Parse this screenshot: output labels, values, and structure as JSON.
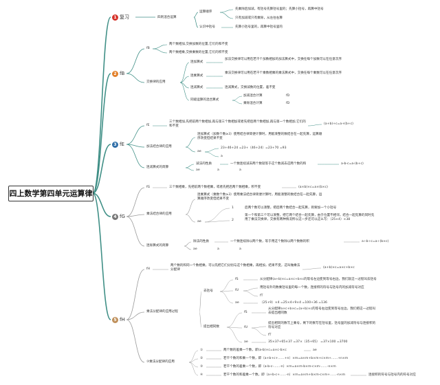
{
  "title": "四上数学第四单元运算律",
  "colors": {
    "b1": "#d6332a",
    "b2": "#e2802a",
    "b3": "#2f6fa8",
    "b4": "#777777",
    "b5": "#bf8f5a",
    "line_teal": "#3f8f86",
    "line_gray": "#9a9a9a"
  },
  "branch1": {
    "num": "1",
    "label": "四则混合运算",
    "head_text": "复习",
    "l1": "运算顺序",
    "l1a": "先乘除后加减，有括号先算括号里的；先算小括号，再算中括号",
    "l1b": "只有加减或只有乘除，从左往右算",
    "l2": "认识中括号",
    "l2a": "先算小括号里的，再算中括号里的"
  },
  "branch2": {
    "num": "2",
    "tag": "fB",
    "l1": "fB",
    "l1a": "两个数相加,交换加数的位置,它们的和不变",
    "l1b": "两个数相乘,交换乘数的位置,它们的积不变",
    "l2": "交换律的应用",
    "l2a": "连加算式",
    "l2a_t": "加法交换律可以用在若干个加数相加的加法算式中，交换任每个加数可以在任意次序",
    "l2b": "连乘算式",
    "l2b_t": "乘法交换律可以用在若干个乘数相乘的乘法算式中，交换任每个乘数可以在任意次序",
    "l2c": "连减算式",
    "l2c_t": "连减算式，交换减数的位置，差不变",
    "l2d": "同级运算的混合算式",
    "l2d1": "加减混合计算",
    "l2d1_t": "fD",
    "l2d2": "乘除混合计算",
    "l2d2_t": "fD"
  },
  "branch3": {
    "num": "3",
    "tag": "fE",
    "l1": "fE",
    "l1a": "三个数相加,先把前两个数相加,再与第三个数相加或者先把后两个数相加,再与第一个数相加,它们的和不变",
    "l1f": "(a+b)+c=a+(b+c)",
    "l2": "加法结合律的应用",
    "l2a": "连加算式（加数个数≥3）使用结合律简便计算时，用能凑整的数结合在一起先算，运算顺序改变但结果不变",
    "l2b_tag": "ae",
    "l2b": "23+46+24 =23+（46+24）=23+70 =93",
    "l2b_x": "a",
    "l3": "连减算式的简算",
    "l3a": "减法的性质",
    "l3a_t": "一个数连续减去两个数就等于这个数减去这两个数的和",
    "l3a_f": "a-b-c=a-(b+c)",
    "l3b_tag": "ae",
    "l3b1": "a",
    "l3b2": "a"
  },
  "branch4": {
    "num": "4",
    "tag": "fG",
    "l1": "fG",
    "l1a": "三个数相乘，先把前两个数相乘，或者先把后两个数相乘，积不变",
    "l1f": "(a×b)×c=a×(b×c)",
    "l2": "乘法结合律的应用",
    "l2a": "连乘算式（乘数个数≥3）使用乘法结合律简便计算时，用能凑整的数结合在一起先算，运算顺序改变但结果不变",
    "l2b_tag": "ae",
    "l2b1_num": "1",
    "l2b1": "后两个数可以凑整，把后两个数结合一起先算，则要加一个小括号",
    "l2b2_num": "2",
    "l2b2": "第一个和第三个可以凑整，把它两个结合一起先算，由于位置不相邻，结合一起先算的同时先用了乘法交换律，交换有两种情况所以这一步还可以这么写：（25×4）×38",
    "l3": "连除算式的简算",
    "l3a": "除法的性质",
    "l3a_t": "一个数连续除以两个数，等于用这个数除以两个数数的积",
    "l3a_f": "a÷b÷c=a÷(b×c)",
    "l3b_tag": "ae",
    "l3b1": "a",
    "l3b2": "a"
  },
  "branch5": {
    "num": "5",
    "tag": "fH",
    "l1": "fH",
    "l1a": "两个数的和同一个数相乘，可以先把它们分别与这个数相乘，再相加，结果不变，这叫做乘法分配律",
    "l1f": "(a+b)×c=a×c+b×c",
    "l2": "乘法分配律的应用过程",
    "l2a": "去括号",
    "l2a1_tag": "fS",
    "l2a1": "从分配律(a+b)×c=a×c+b×c的等号左边变到等号右边，我们就这一过程叫去括号",
    "l2a2_tag": "fU",
    "l2a2": "用括号外的数乘括号里的每一个数，连接积的符号与括号内的加减符号对应",
    "l2a3_tag": "fT",
    "l2a4_tag": "ae",
    "l2a4": "（25+9）×4 =25×4+9×4 =100+36 =136",
    "l2b": "提出相同数",
    "l2b1_tag": "fS",
    "l2b1": "从分配律a×c+b×c=(a+b)×c的等号右边变到等号左边，我们把这一过程叫去提出相同数",
    "l2b2_tag": "fU",
    "l2b2": "提出相同的数写上乘号，剩下的数写在括号里，括号里的加减符号与连接积的符号对应",
    "l2b3_tag": "fT",
    "l2b4_tag": "ae",
    "l2b4": "35×37+65×37 =37×（35+65） =37×100 =3700",
    "l3": "③乘法分配律的应用",
    "l3_1": "①",
    "l3_1t": "两个数的差乘一个数，即(a-b)×c=a×c-b×c",
    "l3_1x": "ae",
    "l3_2": "②",
    "l3_2t": "若干个数的和乘一个数，即（a+b+c+……+n）×m=a×m+b×m+c×m+……+n×m",
    "l3_3": "③",
    "l3_3t": "若干个数的差乘一个数，即（a-b-c-……-n）×m=a×m-b×m-c×m-……-n×m",
    "l3_4": "④",
    "l3_4t": "若干个数的和差乘一个数，即（a+b-c+……-n）×m=a×m+b×m-c×m+……-n×m",
    "l3_4x": "连接积的符号与括号内的符号对应"
  }
}
